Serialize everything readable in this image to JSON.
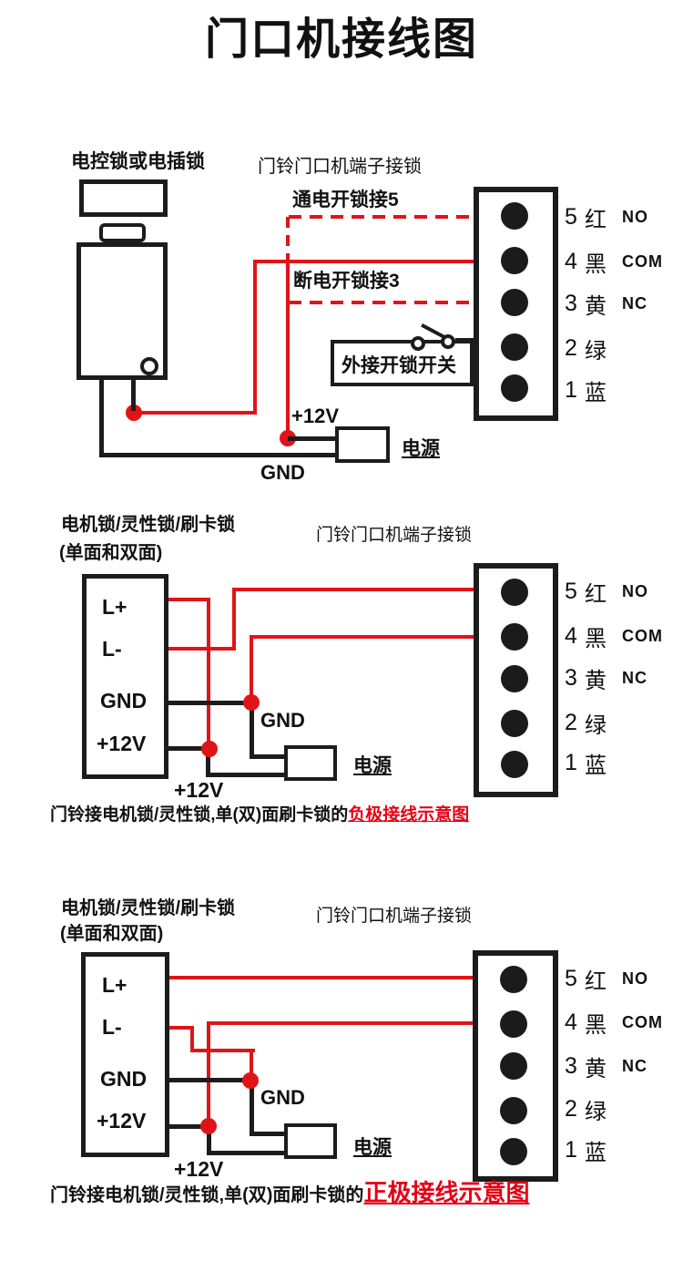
{
  "title": "门口机接线图",
  "terminal_rows": [
    {
      "num": "5",
      "color": "红",
      "relay": "NO"
    },
    {
      "num": "4",
      "color": "黑",
      "relay": "COM"
    },
    {
      "num": "3",
      "color": "黄",
      "relay": "NC"
    },
    {
      "num": "2",
      "color": "绿",
      "relay": ""
    },
    {
      "num": "1",
      "color": "蓝",
      "relay": ""
    }
  ],
  "diagram1": {
    "lock_label": "电控锁或电插锁",
    "header": "门铃门口机端子接锁",
    "note_no": "通电开锁接5",
    "note_nc": "断电开锁接3",
    "switch_label": "外接开锁开关",
    "v12": "+12V",
    "gnd": "GND",
    "power": "电源"
  },
  "diagram2": {
    "lock_label": "电机锁/灵性锁/刷卡锁",
    "lock_sub": "(单面和双面)",
    "header": "门铃门口机端子接锁",
    "lock_terminals": [
      "L+",
      "L-",
      "GND",
      "+12V"
    ],
    "v12": "+12V",
    "gnd": "GND",
    "power": "电源",
    "caption_prefix": "门铃接电机锁/灵性锁,单(双)面刷卡锁的",
    "caption_highlight": "负极接线示意图"
  },
  "diagram3": {
    "lock_label": "电机锁/灵性锁/刷卡锁",
    "lock_sub": "(单面和双面)",
    "header": "门铃门口机端子接锁",
    "lock_terminals": [
      "L+",
      "L-",
      "GND",
      "+12V"
    ],
    "v12": "+12V",
    "gnd": "GND",
    "power": "电源",
    "caption_prefix": "门铃接电机锁/灵性锁,单(双)面刷卡锁的",
    "caption_highlight": "正极接线示意图"
  },
  "colors": {
    "wire_red": "#e01418",
    "wire_black": "#1c1c1c",
    "highlight_red": "#e60014"
  }
}
